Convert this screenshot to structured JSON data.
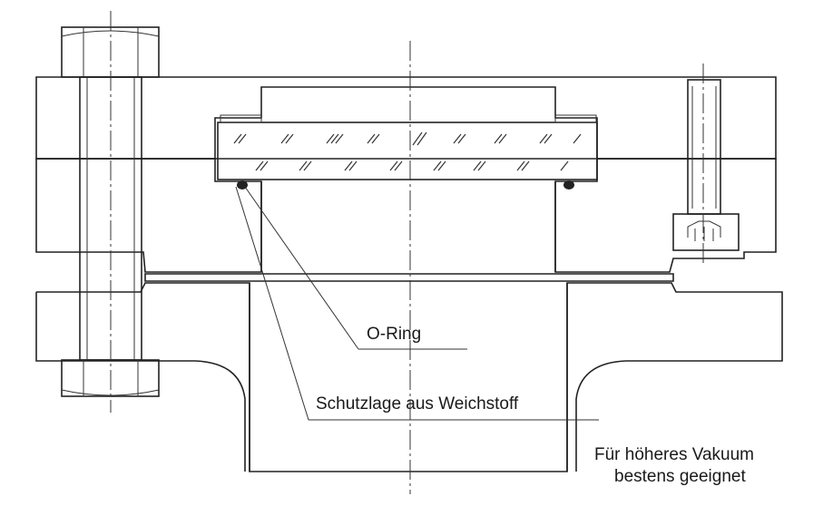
{
  "labels": {
    "o_ring": "O-Ring",
    "protective_layer": "Schutzlage aus Weichstoff",
    "note_line1": "Für höheres Vakuum",
    "note_line2": "bestens geeignet"
  },
  "colors": {
    "line": "#222222",
    "hatch": "#333333",
    "background": "#ffffff"
  }
}
